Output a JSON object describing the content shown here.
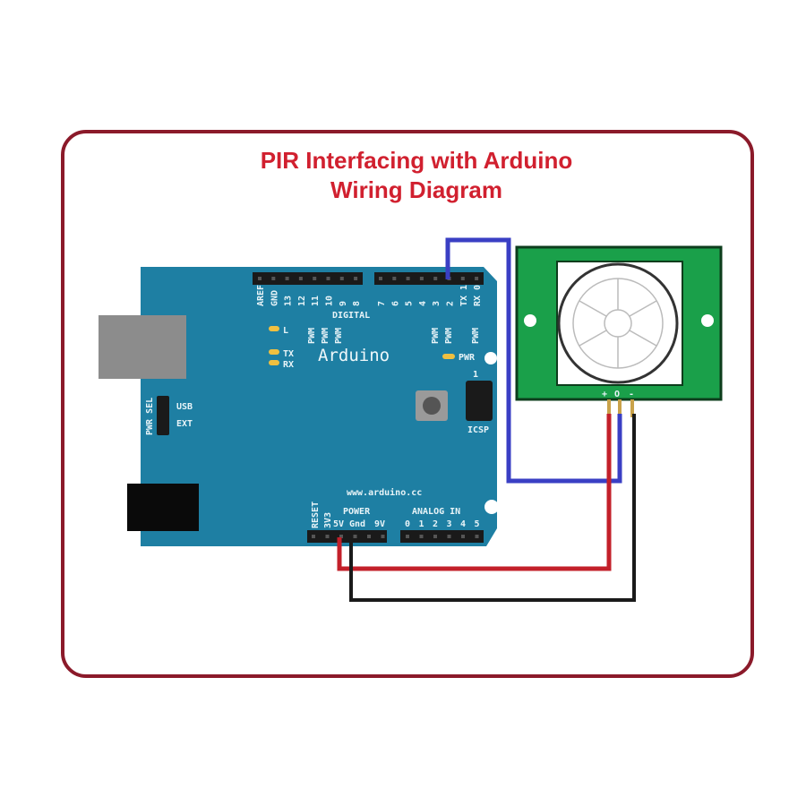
{
  "title": {
    "line1": "PIR Interfacing with Arduino",
    "line2": "Wiring Diagram"
  },
  "arduino": {
    "name": "Arduino",
    "website": "www.arduino.cc",
    "digital_label": "DIGITAL",
    "digital_pins_left": [
      "AREF",
      "GND",
      "13",
      "12",
      "11",
      "10",
      "9",
      "8"
    ],
    "digital_pins_right": [
      "7",
      "6",
      "5",
      "4",
      "3",
      "2",
      "TX 1",
      "RX 0"
    ],
    "pwm_label": "PWM",
    "led_l": "L",
    "led_tx": "TX",
    "led_rx": "RX",
    "led_pwr": "PWR",
    "icsp": "ICSP",
    "icsp_pin1": "1",
    "pwr_sel": "PWR SEL",
    "usb": "USB",
    "ext": "EXT",
    "reset": "RESET",
    "v33": "3V3",
    "power_label": "POWER",
    "power_pins": [
      "5V",
      "Gnd",
      "9V"
    ],
    "analog_label": "ANALOG IN",
    "analog_pins": [
      "0",
      "1",
      "2",
      "3",
      "4",
      "5"
    ]
  },
  "pir": {
    "pin_labels": [
      "+",
      "O",
      "-"
    ]
  },
  "colors": {
    "frame": "#8b1a2a",
    "title": "#d1202f",
    "board": "#1e7fa3",
    "pir": "#1aa04a",
    "wire_signal": "#3a3fc4",
    "wire_vcc": "#c3202a",
    "wire_gnd": "#1a1a1a"
  }
}
